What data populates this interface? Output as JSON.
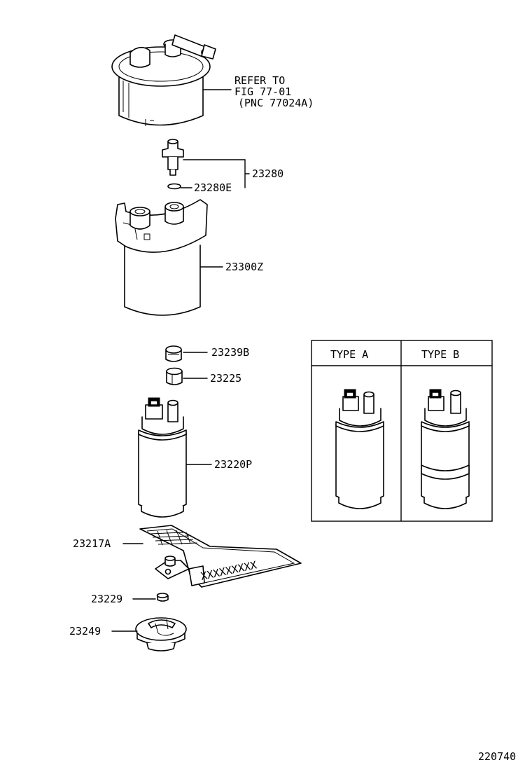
{
  "refer_note": {
    "line1": "REFER TO",
    "line2": "FIG 77-01",
    "line3": "(PNC 77024A)"
  },
  "parts": {
    "p23280": "23280",
    "p23280E": "23280E",
    "p23300Z": "23300Z",
    "p23239B": "23239B",
    "p23225": "23225",
    "p23220P": "23220P",
    "p23217A": "23217A",
    "p23229": "23229",
    "p23249": "23249"
  },
  "inset": {
    "type_a": "TYPE A",
    "type_b": "TYPE B"
  },
  "figure_number": "220740",
  "strainer_mark": "XXXXXXXXX"
}
